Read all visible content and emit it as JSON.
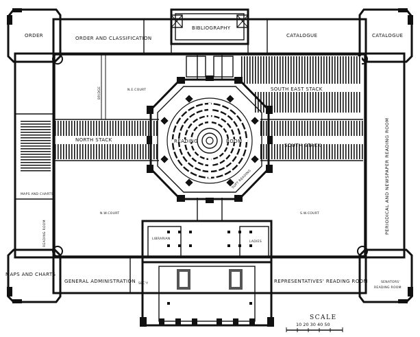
{
  "labels": {
    "order": "ORDER",
    "order_and_classification": "ORDER AND CLASSIFICATION",
    "bibliography": "BIBLIOGRAPHY",
    "catalogue": "CATALOGUE",
    "catalogue_corner": "CATALOGUE",
    "south_east_stack": "SOUTH EAST STACK",
    "ne_court": "N.E.COURT",
    "bridge": "BRIDGE",
    "north_stack": "NORTH STACK",
    "reading_room": "READING",
    "room": "ROOM",
    "south_stack": "SOUTH STACK",
    "supt_reading_room": "SUPT READING",
    "maps_and_charts_side": "MAPS AND CHARTS",
    "reading_room_side": "READING ROOM",
    "nw_court": "N.W.COURT",
    "sw_court": "S.W.COURT",
    "periodical_room": "PERIODICAL AND NEWSPAPER READING ROOM",
    "librarian": "LIBRARIAN",
    "ladies": "LADIES",
    "maps_and_charts_corner": "MAPS AND CHARTS",
    "general_administration": "GENERAL ADMINISTRATION",
    "secy": "SEC'Y",
    "representatives_reading_room": "REPRESENTATIVES' READING ROOM",
    "senators_reading_room_1": "SENATORS'",
    "senators_reading_room_2": "READING ROOM"
  },
  "scale": {
    "title": "SCALE",
    "numbers": "10 20 30 40 50"
  }
}
